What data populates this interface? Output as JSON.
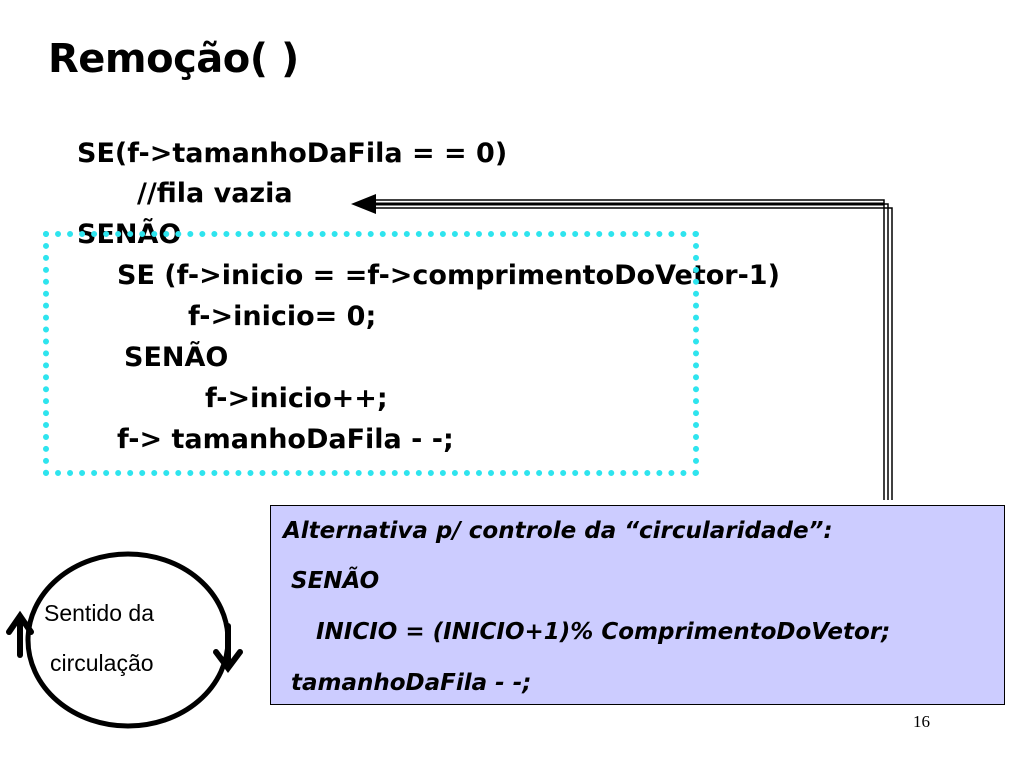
{
  "slide": {
    "title": "Remoção( )",
    "page_number": "16"
  },
  "code": {
    "lines": [
      "SE(f->tamanhoDaFila = = 0)",
      "//fila vazia",
      "SENÃO",
      "SE (f->inicio = =f->comprimentoDoVetor-1)",
      "f->inicio= 0;",
      "SENÃO",
      "f->inicio++;",
      "f-> tamanhoDaFila - -;"
    ]
  },
  "alternative": {
    "lines": [
      "Alternativa p/ controle da “circularidade”:",
      "SENÃO",
      "INICIO = (INICIO+1)% ComprimentoDoVetor;",
      "tamanhoDaFila - -;"
    ]
  },
  "circulation": {
    "line1": "Sentido da",
    "line2": "circulação"
  },
  "colors": {
    "highlight_border": "#2ee4ee",
    "alt_box_fill": "#ccccff"
  }
}
